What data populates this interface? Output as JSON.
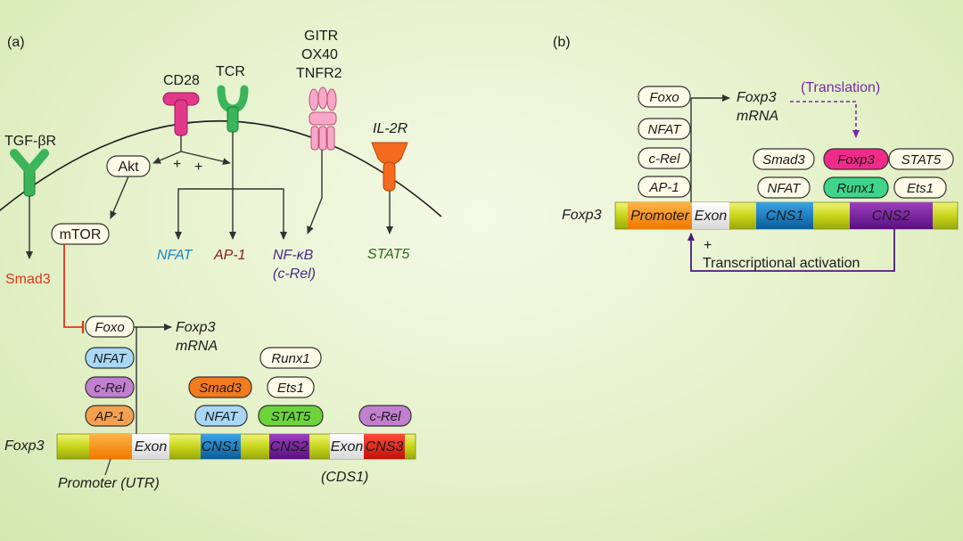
{
  "panels": {
    "a": "(a)",
    "b": "(b)"
  },
  "receptors": {
    "tgfbr": "TGF-βR",
    "cd28": "CD28",
    "tcr": "TCR",
    "tnfr_1": "GITR",
    "tnfr_2": "OX40",
    "tnfr_3": "TNFR2",
    "il2r": "IL-2R"
  },
  "signaling": {
    "akt": "Akt",
    "mtor": "mTOR",
    "plus": "+",
    "smad3": "Smad3",
    "nfat": "NFAT",
    "ap1": "AP-1",
    "nfkb": "NF-κB",
    "crel_paren": "(c-Rel)",
    "stat5": "STAT5"
  },
  "panel_a": {
    "foxo": "Foxo",
    "mrna_1": "Foxp3",
    "mrna_2": "mRNA",
    "factors": {
      "nfat": "NFAT",
      "crel": "c-Rel",
      "ap1": "AP-1",
      "smad3": "Smad3",
      "nfat2": "NFAT",
      "runx1": "Runx1",
      "ets1": "Ets1",
      "stat5": "STAT5",
      "crel2": "c-Rel"
    },
    "gene_label": "Foxp3",
    "segments": {
      "exon1": "Exon",
      "cns1": "CNS1",
      "cns2": "CNS2",
      "exon2": "Exon",
      "cns3": "CNS3"
    },
    "promoter": "Promoter (UTR)",
    "cds": "(CDS1)"
  },
  "panel_b": {
    "foxo": "Foxo",
    "nfat": "NFAT",
    "crel": "c-Rel",
    "ap1": "AP-1",
    "mrna_1": "Foxp3",
    "mrna_2": "mRNA",
    "translation": "(Translation)",
    "smad3": "Smad3",
    "nfat2": "NFAT",
    "foxp3": "Foxp3",
    "runx1": "Runx1",
    "stat5": "STAT5",
    "ets1": "Ets1",
    "gene_label": "Foxp3",
    "segments": {
      "promoter": "Promoter",
      "exon": "Exon",
      "cns1": "CNS1",
      "cns2": "CNS2"
    },
    "plus": "+",
    "activation": "Transcriptional activation"
  },
  "colors": {
    "nfat_text": "#1b86c8",
    "ap1_text": "#8b1a1a",
    "nfkb_text": "#4a2a8a",
    "stat5_text": "#2e6b1e",
    "smad3_text": "#e0341c",
    "mtor_line": "#e0341c",
    "arrow_purple": "#4b1a7a"
  }
}
